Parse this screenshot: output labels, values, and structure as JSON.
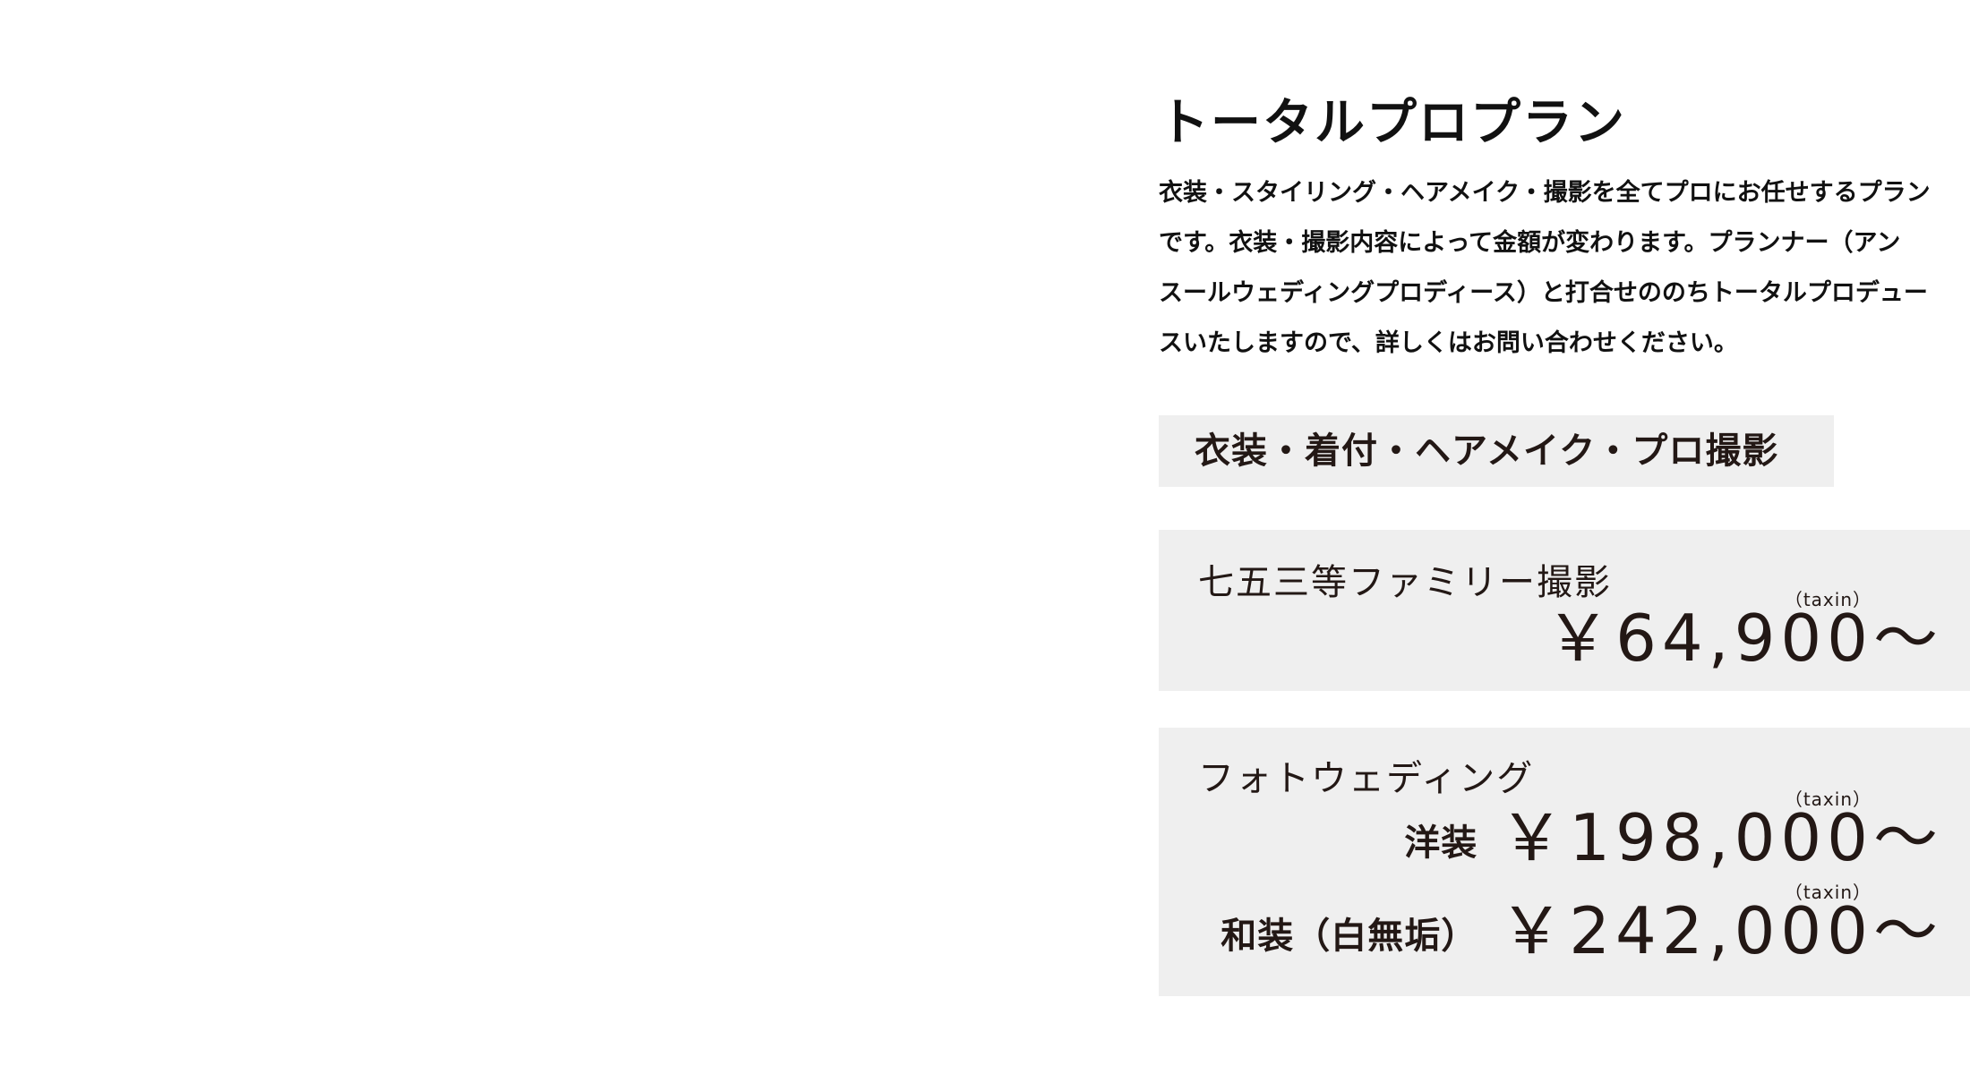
{
  "plan": {
    "title": "トータルプロプラン",
    "description_lines": [
      "衣装・スタイリング・ヘアメイク・撮影を全てプロにお任せするプラン",
      "です。衣装・撮影内容によって金額が変わります。プランナー（アン",
      "スールウェディングプロディース）と打合せののちトータルプロデュー",
      "スいたしますので、詳しくはお問い合わせください。"
    ],
    "section_label": "衣装・着付・ヘアメイク・プロ撮影"
  },
  "cards": {
    "family": {
      "name": "七五三等ファミリー撮影",
      "tax_note": "（taxin）",
      "price": "￥64,900～"
    },
    "wedding": {
      "name": "フォトウェディング",
      "options": [
        {
          "label": "洋装",
          "tax_note": "（taxin）",
          "price": "￥198,000～"
        },
        {
          "label": "和装（白無垢）",
          "tax_note": "（taxin）",
          "price": "￥242,000～"
        }
      ]
    }
  },
  "colors": {
    "text": "#231815",
    "heading": "#111111",
    "panel_bg": "#efefef",
    "page_bg": "#ffffff"
  }
}
